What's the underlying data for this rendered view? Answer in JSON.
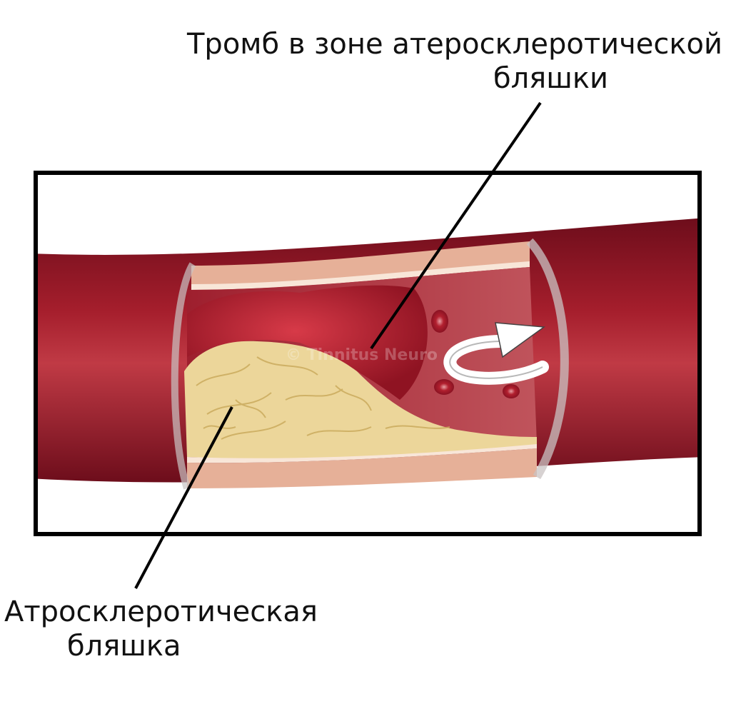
{
  "labels": {
    "thrombus_line1": "Тромб в зоне атеросклеротической",
    "thrombus_line2": "бляшки",
    "plaque_line1": "Атросклеротическая",
    "plaque_line2": "бляшка"
  },
  "watermark": "© Tinnitus Neuro",
  "colors": {
    "vessel_dark": "#7a1020",
    "vessel_mid": "#a51e2c",
    "vessel_light": "#c7404a",
    "wall_outer": "#e8b49a",
    "wall_inner": "#f6dfd0",
    "plaque": "#ecd69a",
    "plaque_line": "#c9a95a",
    "thrombus": "#b81f31",
    "frame": "#000000"
  }
}
